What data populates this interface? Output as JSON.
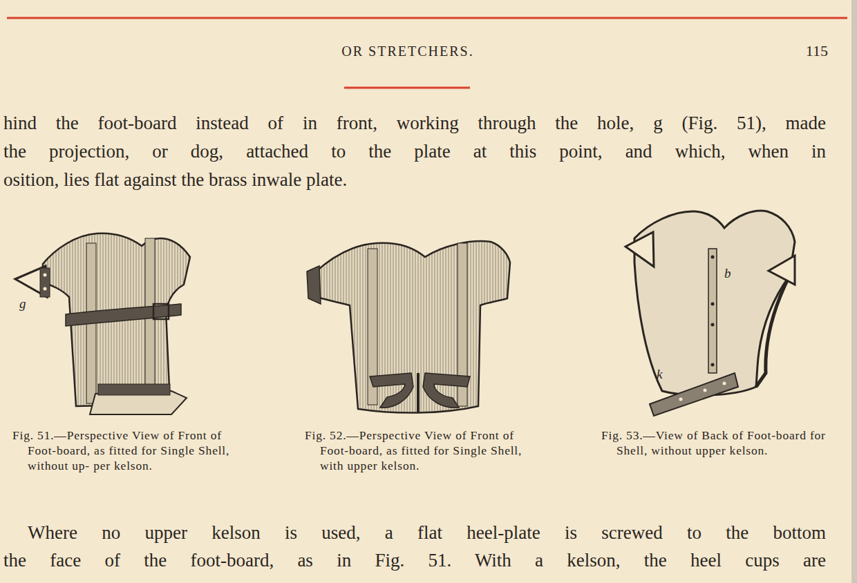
{
  "diagram": {
    "title": "OR STRETCHERS.",
    "labels": [
      "115",
      "hind the foot-board instead of in front, working through the hole, g (Fig. 51), made",
      "the projection, or dog, attached to the plate at this point, and which, when in",
      "osition, lies flat against the brass inwale plate.",
      "g",
      "b",
      "k",
      "Fig. 51.—Perspective View of Front of Foot-board, as fitted for Single Shell, without up- per kelson.",
      "Fig. 52.—Perspective View of Front of Foot-board, as fitted for Single Shell, with upper kelson.",
      "Fig. 53.—View of Back of Foot-board for Shell, without upper kelson.",
      "Where no upper kelson is used, a flat heel-plate is screwed to the bottom",
      "the face of the foot-board, as in Fig. 51. With a kelson, the heel cups are"
    ]
  }
}
